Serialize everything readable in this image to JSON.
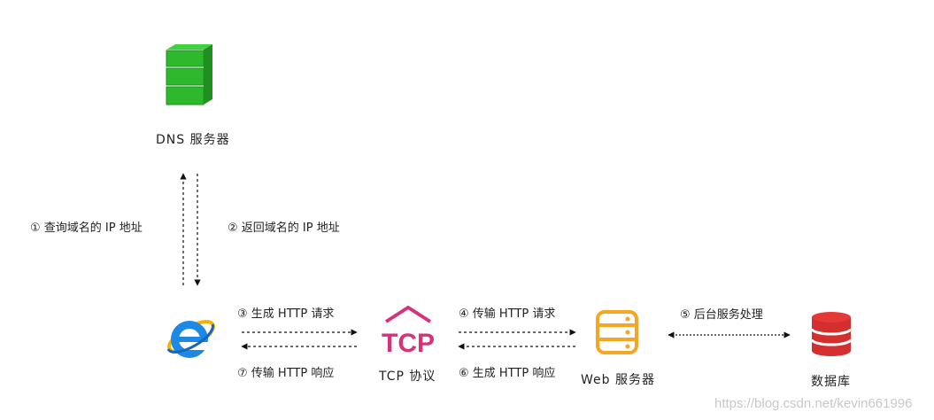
{
  "nodes": {
    "dns": {
      "label": "DNS 服务器"
    },
    "tcp": {
      "label": "TCP 协议",
      "icon_text": "TCP"
    },
    "web": {
      "label": "Web 服务器"
    },
    "db": {
      "label": "数据库"
    }
  },
  "steps": {
    "s1": "① 查询域名的 IP 地址",
    "s2": "② 返回域名的 IP 地址",
    "s3": "③ 生成 HTTP 请求",
    "s4": "④ 传输 HTTP 请求",
    "s5": "⑤ 后台服务处理",
    "s6": "⑥ 生成 HTTP 响应",
    "s7": "⑦ 传输 HTTP 响应"
  },
  "watermark": "https://blog.csdn.net/kevin661996",
  "colors": {
    "dns_green": "#2eb82e",
    "ie_blue": "#1e88e5",
    "tcp_pink": "#d6337a",
    "web_orange": "#f5a623",
    "db_red": "#d32f2f"
  },
  "icons": {
    "dns": "server-stack-icon",
    "browser": "browser-e-icon",
    "tcp": "tcp-house-icon",
    "web": "web-server-icon",
    "db": "database-cylinder-icon"
  }
}
